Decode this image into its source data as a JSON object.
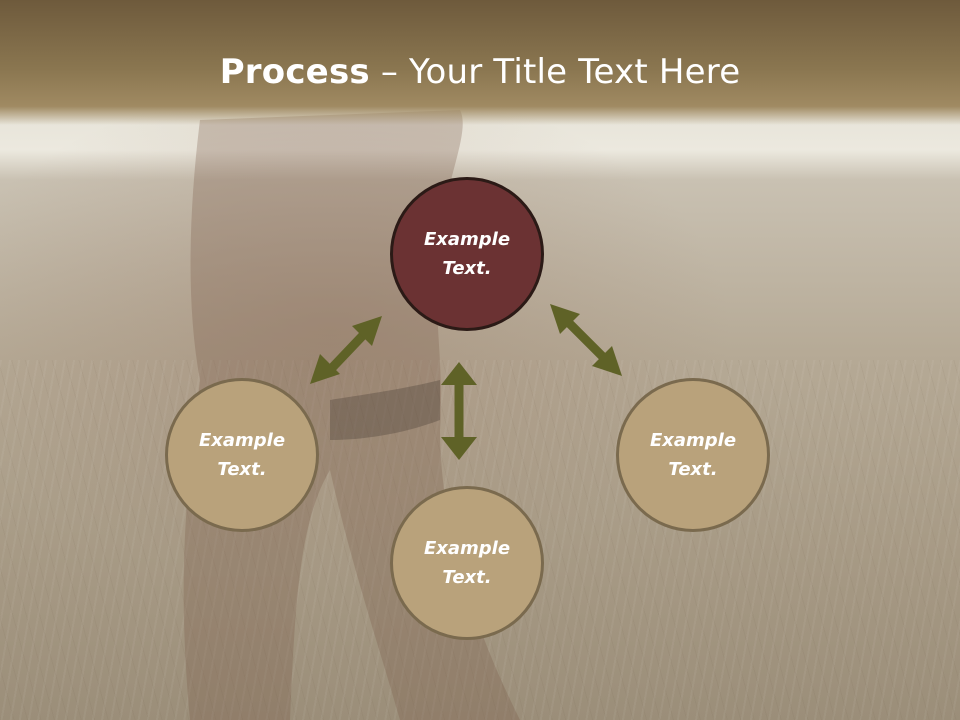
{
  "slide": {
    "title_bold": "Process",
    "title_rest": " – Your Title Text Here"
  },
  "nodes": {
    "top": "Example Text.",
    "left": "Example Text.",
    "bottom": "Example Text.",
    "right": "Example Text."
  },
  "colors": {
    "header": "#8a7650",
    "center_fill": "#6b3233",
    "node_fill": "#b9a27b",
    "arrow": "#5f6227"
  }
}
